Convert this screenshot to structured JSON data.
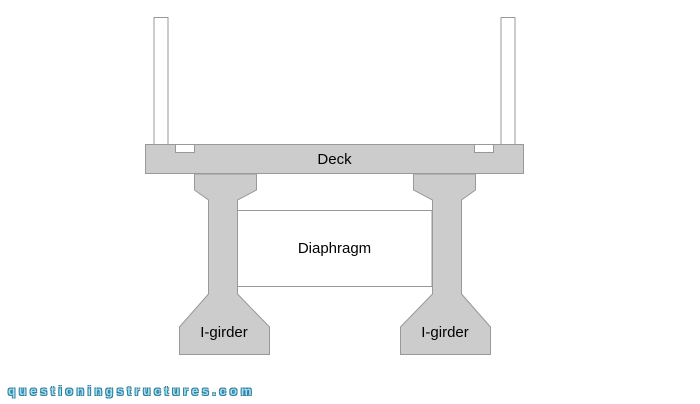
{
  "diagram": {
    "labels": {
      "deck": "Deck",
      "diaphragm": "Diaphragm",
      "girder_left": "I-girder",
      "girder_right": "I-girder"
    },
    "watermark": "questioningstructures.com",
    "colors": {
      "component_fill": "#cccccc",
      "component_stroke": "#999999",
      "panel_fill": "#ffffff",
      "label_text": "#000000",
      "watermark_text": "#a8dff0",
      "watermark_outline": "#2e80a0"
    }
  }
}
